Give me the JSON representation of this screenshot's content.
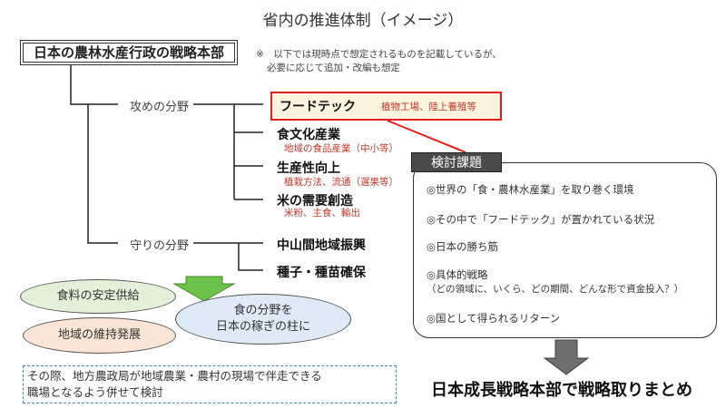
{
  "title": "省内の推進体制（イメージ）",
  "hq": "日本の農林水産行政の戦略本部",
  "note": [
    "※　以下では現時点で想定されるものを記載しているが、",
    "必要に応じて追加・改編も想定"
  ],
  "offense": {
    "label": "攻めの分野",
    "items": [
      {
        "name": "フードテック",
        "sub": "植物工場、陸上養殖等"
      },
      {
        "name": "食文化産業",
        "sub": "地域の食品産業（中小等）"
      },
      {
        "name": "生産性向上",
        "sub": "植栽方法、流通（選果等）"
      },
      {
        "name": "米の需要創造",
        "sub": "米粉、主食、輸出"
      }
    ]
  },
  "defense": {
    "label": "守りの分野",
    "items": [
      "中山間地域振興",
      "種子・種苗確保"
    ]
  },
  "goals": {
    "food_supply": "食料の安定供給",
    "regional": "地域の維持発展",
    "pillar": [
      "食の分野を",
      "日本の稼ぎの柱に"
    ]
  },
  "dashed_note": [
    "その際、地方農政局が地域農業・農村の現場で伴走できる",
    "職場となるよう併せて検討"
  ],
  "issues": {
    "tab": "検討課題",
    "items": [
      "◎世界の「食・農林水産業」を取り巻く環境",
      "◎その中で「フードテック」が置かれている状況",
      "◎日本の勝ち筋",
      "◎具体的戦略",
      "（どの領域に、いくら、どの期間、どんな形で資金投入？）",
      "◎国として得られるリターン"
    ]
  },
  "final": "日本成長戦略本部で戦略取りまとめ",
  "colors": {
    "red": "#e02020",
    "green": "#e2f0d9",
    "pink": "#fbe5d6",
    "blue": "#deebf7",
    "arrow_green": "#6cc24a",
    "arrow_gray": "#6e6e6e"
  }
}
